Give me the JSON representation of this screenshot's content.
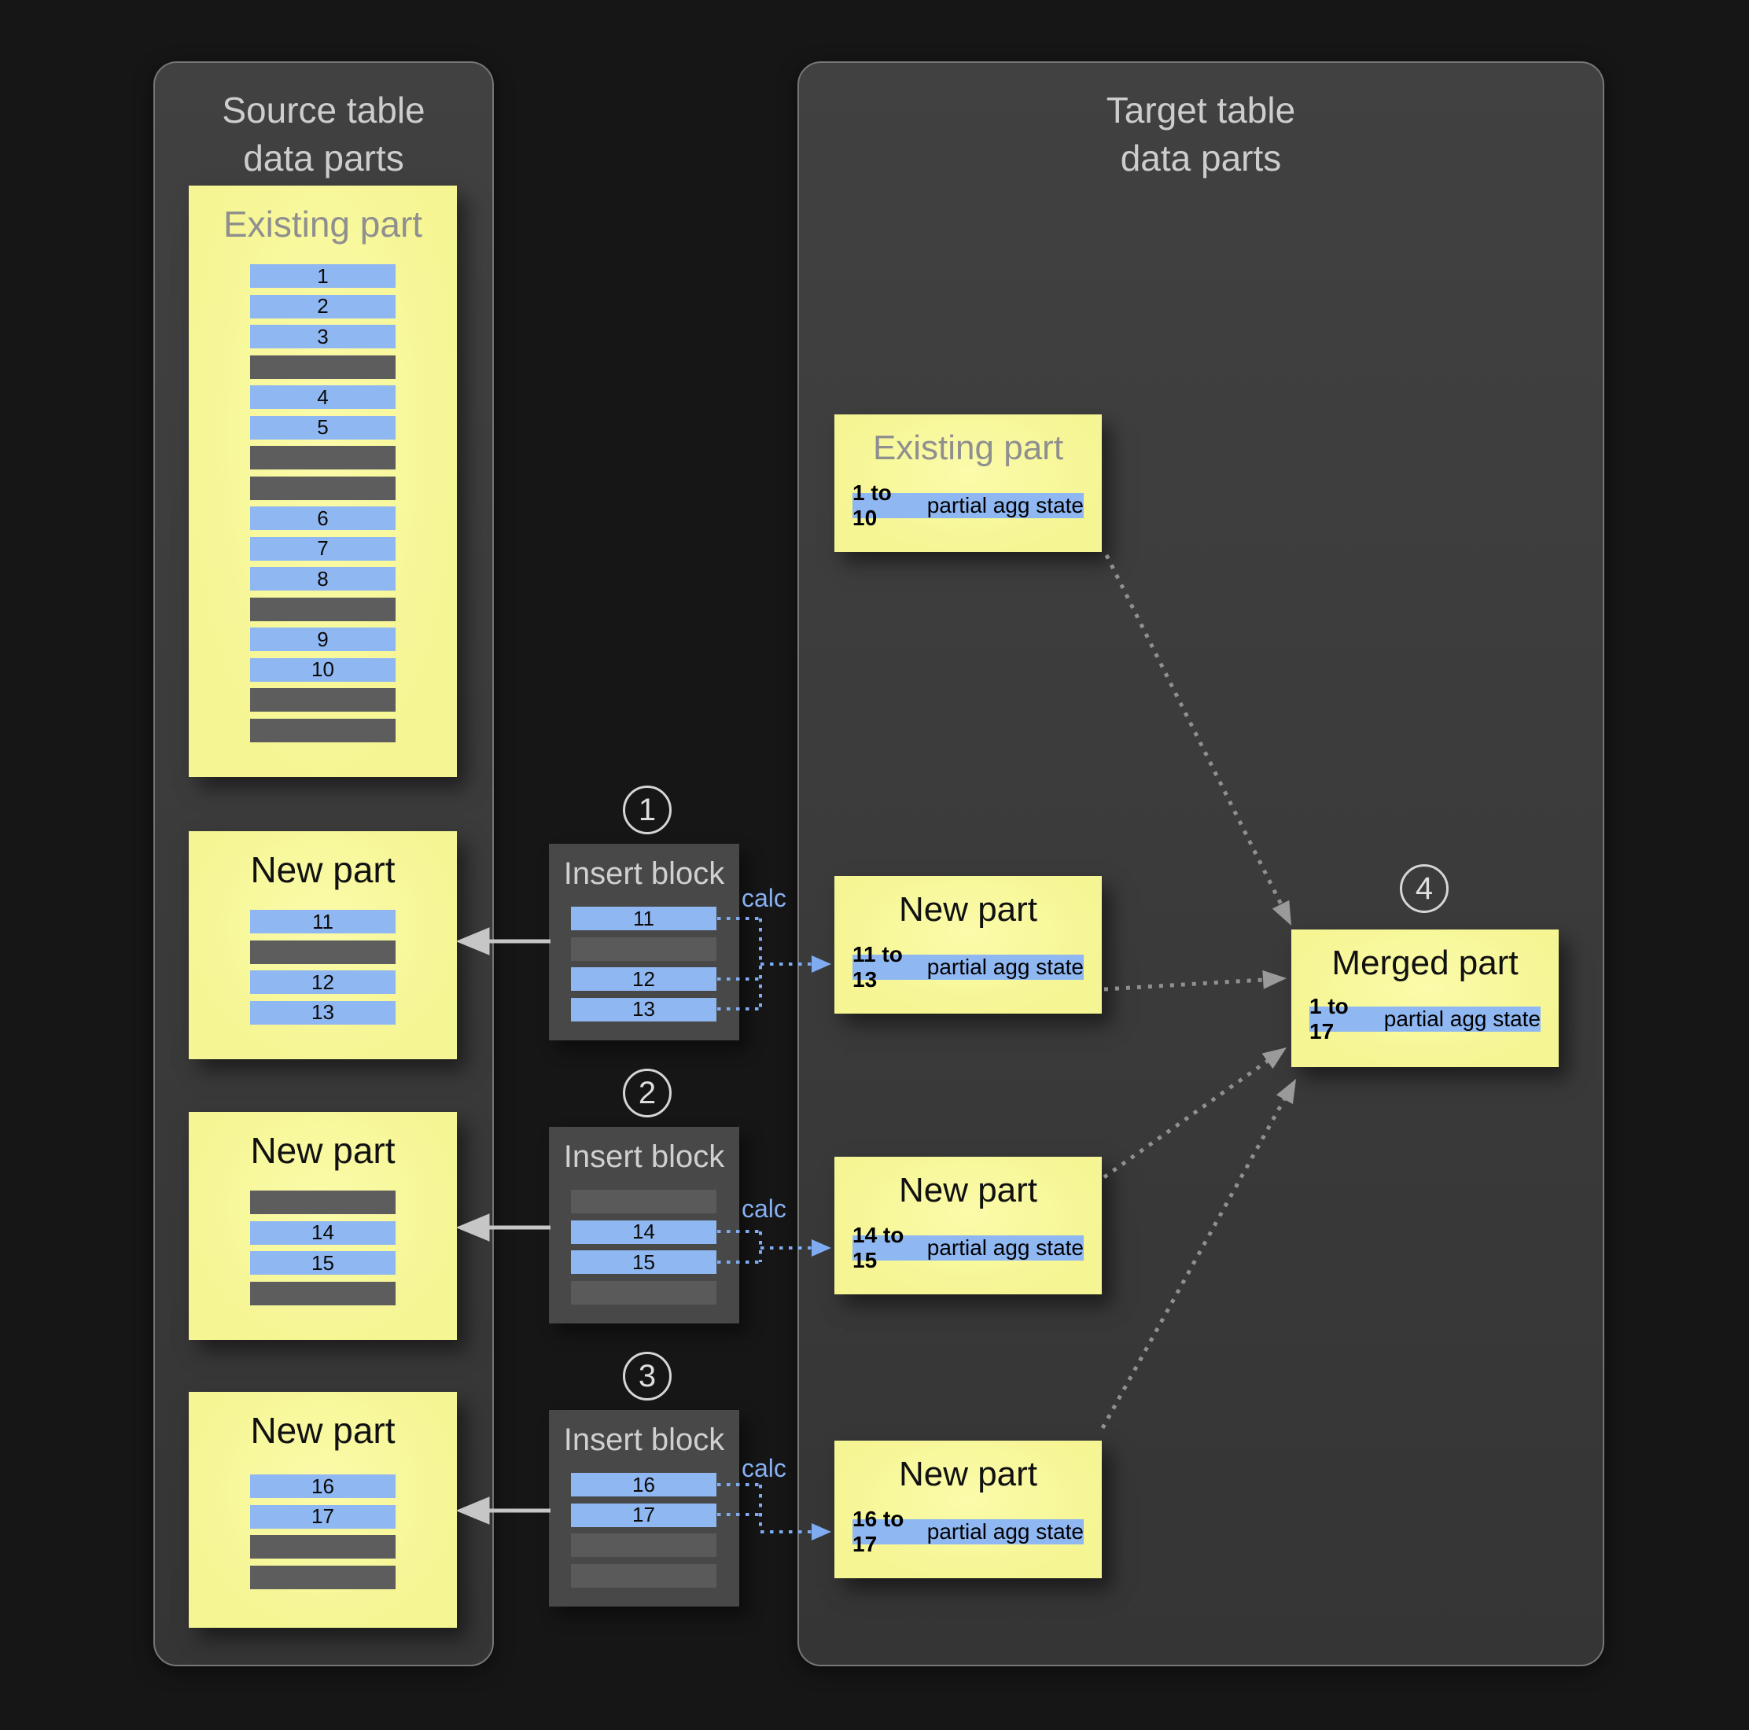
{
  "colors": {
    "background": "#161616",
    "panel_gray": "#3a3a3a",
    "yellow_box": "#f7f79c",
    "blue_row": "#8fb7f1",
    "gray_row": "#5d5d5d",
    "insert_block_gray": "#484848",
    "calc_blue": "#87b0f3",
    "arrow_gray": "#909090"
  },
  "source_panel": {
    "title_lines": [
      "Source table",
      "data parts"
    ],
    "existing_part": {
      "title": "Existing part",
      "rows": [
        {
          "t": "data",
          "v": "1"
        },
        {
          "t": "data",
          "v": "2"
        },
        {
          "t": "data",
          "v": "3"
        },
        {
          "t": "empty",
          "v": ""
        },
        {
          "t": "data",
          "v": "4"
        },
        {
          "t": "data",
          "v": "5"
        },
        {
          "t": "empty",
          "v": ""
        },
        {
          "t": "empty",
          "v": ""
        },
        {
          "t": "data",
          "v": "6"
        },
        {
          "t": "data",
          "v": "7"
        },
        {
          "t": "data",
          "v": "8"
        },
        {
          "t": "empty",
          "v": ""
        },
        {
          "t": "data",
          "v": "9"
        },
        {
          "t": "data",
          "v": "10"
        },
        {
          "t": "empty",
          "v": ""
        },
        {
          "t": "empty",
          "v": ""
        }
      ]
    },
    "new_parts": [
      {
        "title": "New part",
        "rows": [
          {
            "t": "data",
            "v": "11"
          },
          {
            "t": "empty",
            "v": ""
          },
          {
            "t": "data",
            "v": "12"
          },
          {
            "t": "data",
            "v": "13"
          }
        ]
      },
      {
        "title": "New part",
        "rows": [
          {
            "t": "empty",
            "v": ""
          },
          {
            "t": "data",
            "v": "14"
          },
          {
            "t": "data",
            "v": "15"
          },
          {
            "t": "empty",
            "v": ""
          }
        ]
      },
      {
        "title": "New part",
        "rows": [
          {
            "t": "data",
            "v": "16"
          },
          {
            "t": "data",
            "v": "17"
          },
          {
            "t": "empty",
            "v": ""
          },
          {
            "t": "empty",
            "v": ""
          }
        ]
      }
    ]
  },
  "insert_blocks": [
    {
      "step": "1",
      "title": "Insert block",
      "calc_label": "calc",
      "rows": [
        {
          "t": "data",
          "v": "11"
        },
        {
          "t": "empty",
          "v": ""
        },
        {
          "t": "data",
          "v": "12"
        },
        {
          "t": "data",
          "v": "13"
        }
      ]
    },
    {
      "step": "2",
      "title": "Insert block",
      "calc_label": "calc",
      "rows": [
        {
          "t": "empty",
          "v": ""
        },
        {
          "t": "data",
          "v": "14"
        },
        {
          "t": "data",
          "v": "15"
        },
        {
          "t": "empty",
          "v": ""
        }
      ]
    },
    {
      "step": "3",
      "title": "Insert block",
      "calc_label": "calc",
      "rows": [
        {
          "t": "data",
          "v": "16"
        },
        {
          "t": "data",
          "v": "17"
        },
        {
          "t": "empty",
          "v": ""
        },
        {
          "t": "empty",
          "v": ""
        }
      ]
    }
  ],
  "target_panel": {
    "title_lines": [
      "Target table",
      "data parts"
    ],
    "existing_part": {
      "title": "Existing part",
      "state_range": "1 to 10",
      "state_suffix": " partial agg state"
    },
    "new_parts": [
      {
        "title": "New part",
        "state_range": "11 to 13",
        "state_suffix": " partial agg state"
      },
      {
        "title": "New part",
        "state_range": "14 to 15",
        "state_suffix": " partial agg state"
      },
      {
        "title": "New part",
        "state_range": "16 to 17",
        "state_suffix": " partial agg state"
      }
    ],
    "merged_part": {
      "step": "4",
      "title": "Merged part",
      "state_range": "1 to 17",
      "state_suffix": " partial agg state"
    }
  }
}
